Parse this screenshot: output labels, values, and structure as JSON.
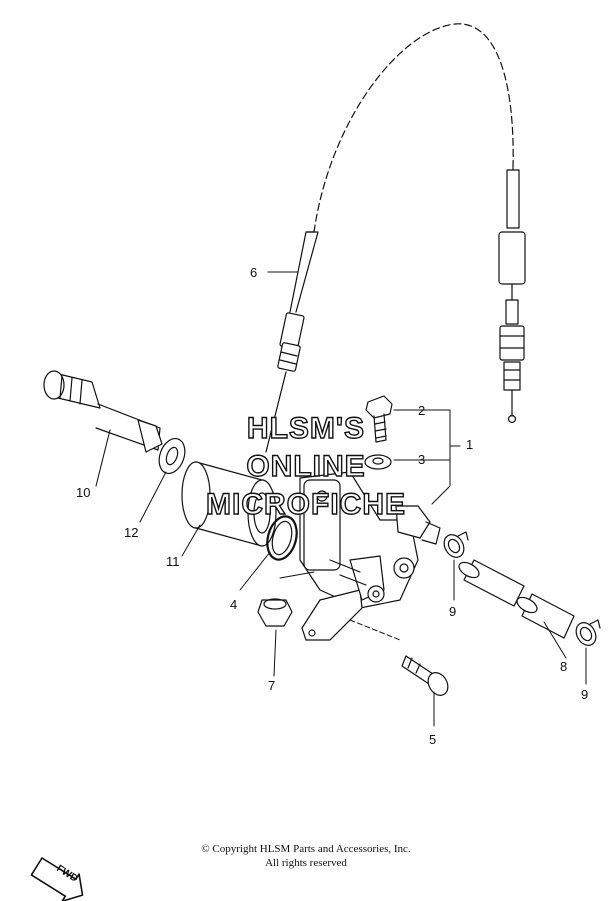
{
  "callouts": {
    "c1": "1",
    "c2": "2",
    "c3": "3",
    "c4": "4",
    "c5": "5",
    "c6": "6",
    "c7": "7",
    "c8": "8",
    "c9a": "9",
    "c9b": "9",
    "c10": "10",
    "c11": "11",
    "c12": "12"
  },
  "watermark": {
    "line1": "HLSM'S",
    "line2": "ONLINE",
    "line3": "MICROFICHE"
  },
  "copyright": {
    "line1": "© Copyright HLSM Parts and Accessories, Inc.",
    "line2": "All rights reserved"
  },
  "direction_badge": "FWD"
}
